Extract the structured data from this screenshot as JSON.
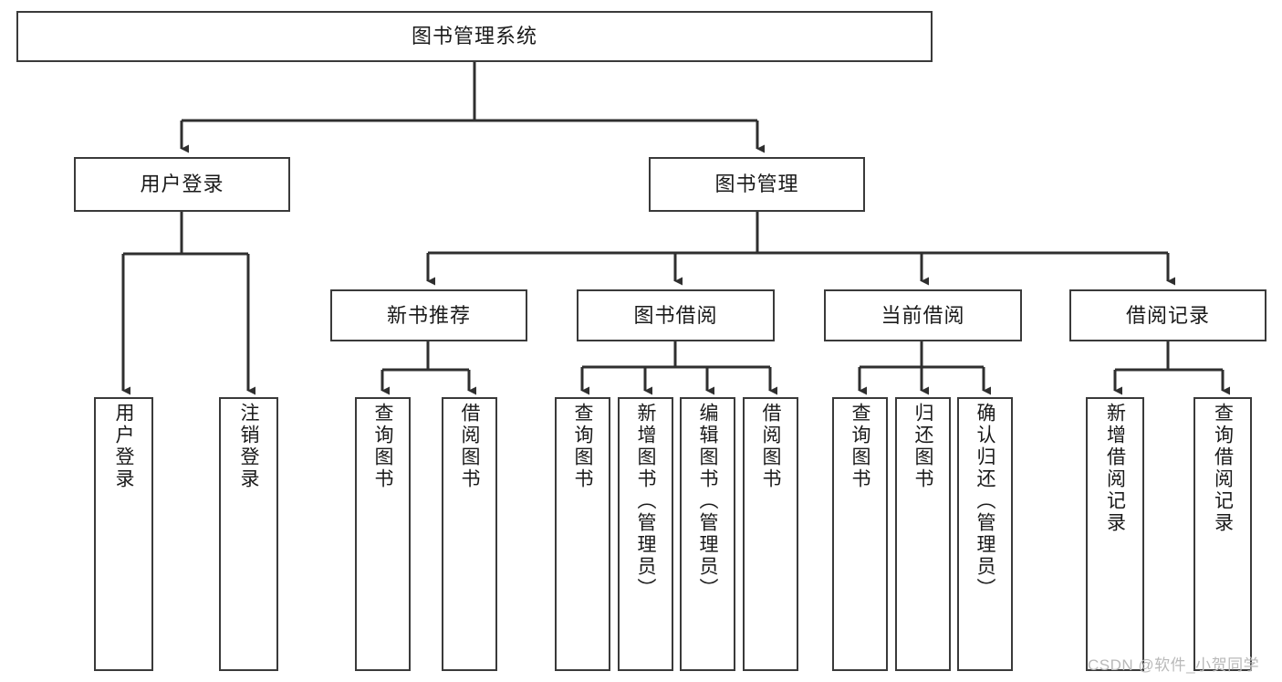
{
  "diagram": {
    "title": "图书管理系统",
    "type": "hierarchy-tree",
    "colors": {
      "box_border": "#3a3a3a",
      "box_fill": "#ffffff",
      "connector": "#2f2f2f",
      "text": "#1a1a1a",
      "watermark": "#b9b9b9"
    },
    "root": {
      "label": "图书管理系统"
    },
    "level2": [
      {
        "label": "用户登录"
      },
      {
        "label": "图书管理"
      }
    ],
    "level3": [
      {
        "label": "新书推荐"
      },
      {
        "label": "图书借阅"
      },
      {
        "label": "当前借阅"
      },
      {
        "label": "借阅记录"
      }
    ],
    "leaves": {
      "user_login": [
        {
          "label": "用户登录"
        },
        {
          "label": "注销登录"
        }
      ],
      "new_book_recommend": [
        {
          "label": "查询图书"
        },
        {
          "label": "借阅图书"
        }
      ],
      "book_borrow": [
        {
          "label": "查询图书"
        },
        {
          "label": "新增图书（管理员）"
        },
        {
          "label": "编辑图书（管理员）"
        },
        {
          "label": "借阅图书"
        }
      ],
      "current_borrow": [
        {
          "label": "查询图书"
        },
        {
          "label": "归还图书"
        },
        {
          "label": "确认归还（管理员）"
        }
      ],
      "borrow_record": [
        {
          "label": "新增借阅记录"
        },
        {
          "label": "查询借阅记录"
        }
      ]
    },
    "watermark": "CSDN @软件_小贺同学"
  }
}
